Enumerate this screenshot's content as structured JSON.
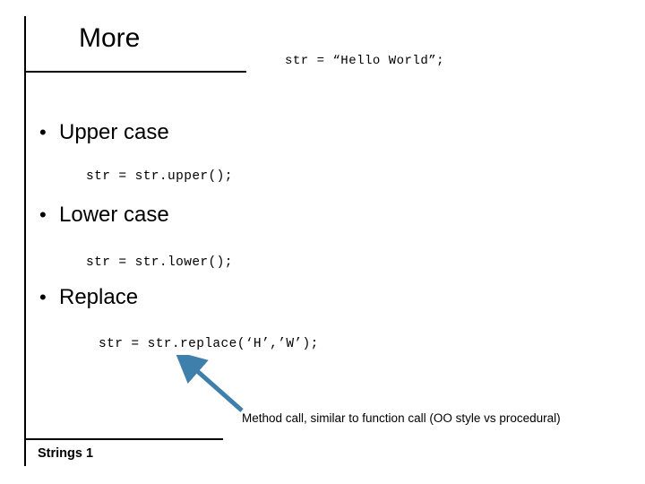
{
  "slide": {
    "title": "More",
    "top_code": "str = “Hello World”;",
    "bullets": [
      {
        "marker": "•",
        "label": "Upper case",
        "code": "str = str.upper();"
      },
      {
        "marker": "•",
        "label": "Lower case",
        "code": "str = str.lower();"
      },
      {
        "marker": "•",
        "label": "Replace",
        "code": "str = str.replace(‘H’,’W’);"
      }
    ],
    "annotation": {
      "caption": "Method call, similar to function call (OO style vs procedural)",
      "arrow_color": "#3f7fab"
    },
    "footer": {
      "text": "Strings 1"
    }
  }
}
